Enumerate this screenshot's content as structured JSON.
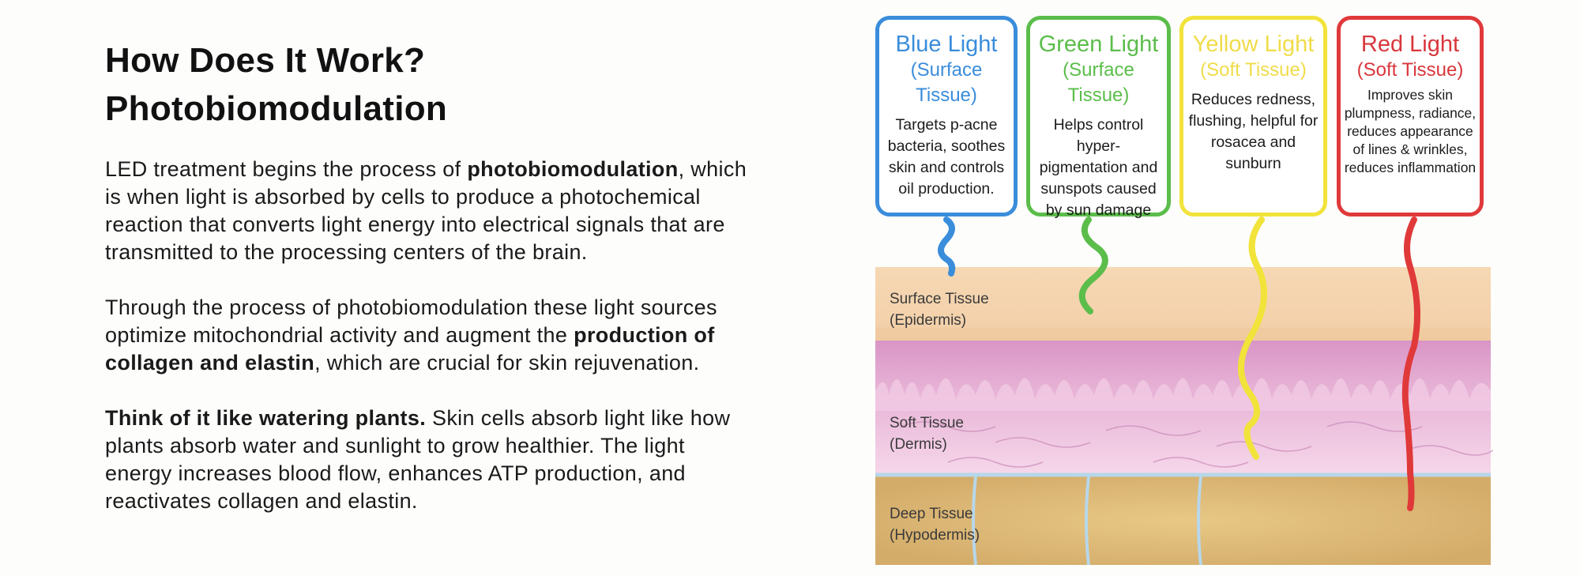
{
  "heading": {
    "line1": "How Does It Work?",
    "line2": "Photobiomodulation"
  },
  "paragraphs": [
    {
      "lines": [
        [
          {
            "t": "LED treatment begins the process of "
          },
          {
            "t": "photobiomodulation",
            "b": true
          },
          {
            "t": ", which"
          }
        ],
        [
          {
            "t": "is when light is absorbed by cells to produce a photochemical"
          }
        ],
        [
          {
            "t": "reaction that converts light energy into electrical signals that are"
          }
        ],
        [
          {
            "t": "transmitted to the processing centers of the brain."
          }
        ]
      ]
    },
    {
      "lines": [
        [
          {
            "t": "Through the process of photobiomodulation these light sources"
          }
        ],
        [
          {
            "t": "optimize mitochondrial activity and augment the "
          },
          {
            "t": "production of",
            "b": true
          }
        ],
        [
          {
            "t": "collagen and elastin",
            "b": true
          },
          {
            "t": ", which are crucial for skin rejuvenation."
          }
        ]
      ]
    },
    {
      "lines": [
        [
          {
            "t": "Think of it like watering plants.",
            "b": true
          },
          {
            "t": " Skin cells absorb light like how"
          }
        ],
        [
          {
            "t": "plants absorb water and sunlight to grow healthier. The light"
          }
        ],
        [
          {
            "t": "energy increases blood flow, enhances ATP production, and"
          }
        ],
        [
          {
            "t": "reactivates collagen and elastin."
          }
        ]
      ]
    }
  ],
  "lights": [
    {
      "title": "Blue Light",
      "subtitle": "(Surface Tissue)",
      "desc": "Targets p-acne bacteria, soothes skin and controls oil production.",
      "color": "#3a8ddb"
    },
    {
      "title": "Green Light",
      "subtitle": "(Surface Tissue)",
      "desc": "Helps control hyper-pigmentation and sunspots caused by sun damage",
      "color": "#5bbd4a"
    },
    {
      "title": "Yellow Light",
      "subtitle": "(Soft Tissue)",
      "desc": "Reduces redness, flushing, helpful for rosacea and sunburn",
      "color": "#f1e33a"
    },
    {
      "title": "Red Light",
      "subtitle": "(Soft Tissue)",
      "desc": "Improves skin plumpness, radiance, reduces appearance of lines & wrinkles, reduces inflammation",
      "color": "#e0393a"
    }
  ],
  "layers": [
    {
      "name": "Surface Tissue",
      "sub": "(Epidermis)"
    },
    {
      "name": "Soft Tissue",
      "sub": "(Dermis)"
    },
    {
      "name": "Deep Tissue",
      "sub": "(Hypodermis)"
    }
  ]
}
